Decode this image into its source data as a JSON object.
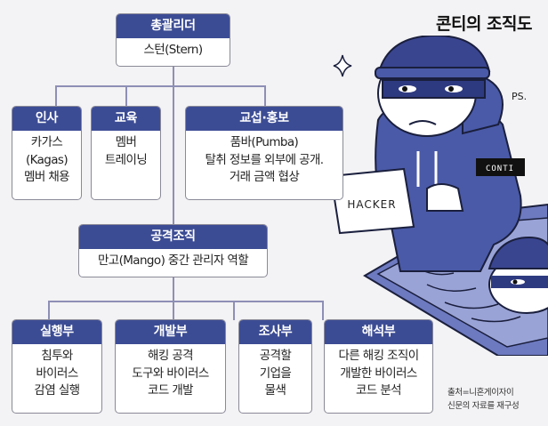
{
  "title": "콘티의 조직도",
  "leader": {
    "header": "총괄리더",
    "lines": [
      "스턴(Stern)"
    ]
  },
  "support_units": [
    {
      "header": "인사",
      "lines": [
        "카가스",
        "(Kagas)",
        "멤버 채용"
      ]
    },
    {
      "header": "교육",
      "lines": [
        "멤버",
        "트레이닝"
      ]
    },
    {
      "header": "교섭·홍보",
      "lines": [
        "품바(Pumba)",
        "탈취 정보를 외부에 공개.",
        "거래 금액 협상"
      ]
    }
  ],
  "attack": {
    "header": "공격조직",
    "lines": [
      "만고(Mango) 중간 관리자 역할"
    ]
  },
  "attack_units": [
    {
      "header": "실행부",
      "lines": [
        "침투와",
        "바이러스",
        "감염 실행"
      ]
    },
    {
      "header": "개발부",
      "lines": [
        "해킹 공격",
        "도구와 바이러스",
        "코드 개발"
      ]
    },
    {
      "header": "조사부",
      "lines": [
        "공격할",
        "기업을",
        "물색"
      ]
    },
    {
      "header": "해석부",
      "lines": [
        "다른 해킹 조직이",
        "개발한 바이러스",
        "코드 분석"
      ]
    }
  ],
  "illustration": {
    "sign_text": "HACKER",
    "armband_text": "CONTI",
    "note_text": "PS."
  },
  "credit": [
    "출처=니혼게이자이",
    "신문의 자료를 재구성"
  ],
  "colors": {
    "header": "#3c4c94",
    "connector": "#8e8fb5",
    "background": "#f3f2f4",
    "illustration_blue": "#4a5aa8"
  }
}
